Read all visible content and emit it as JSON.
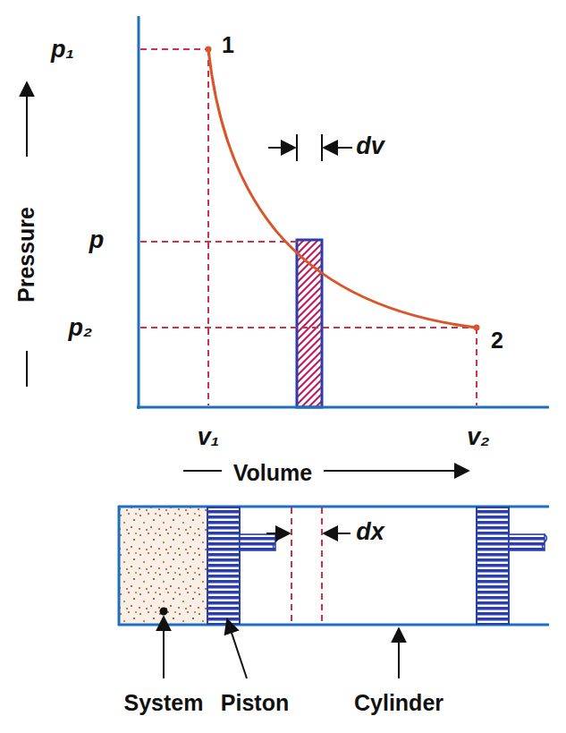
{
  "diagram": {
    "labels": [
      "p₁",
      "1",
      "dv",
      "p",
      "p₂",
      "2",
      "Pressure",
      "v₁",
      "v₂",
      "Volume",
      "dx",
      "System",
      "Piston",
      "Cylinder"
    ]
  }
}
